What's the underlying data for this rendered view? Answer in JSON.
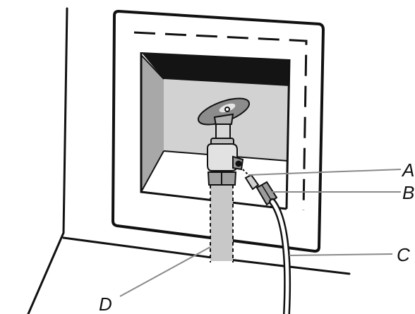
{
  "figure": {
    "callouts": {
      "a": "A",
      "b": "B",
      "c": "C",
      "d": "D"
    },
    "colors": {
      "ink": "#111111",
      "wall_shade": "#a8a8a8",
      "back_panel": "#d2d2d2",
      "dark_band": "#141414",
      "pipe_shade": "#c8c8c8",
      "paper": "#ffffff"
    }
  }
}
